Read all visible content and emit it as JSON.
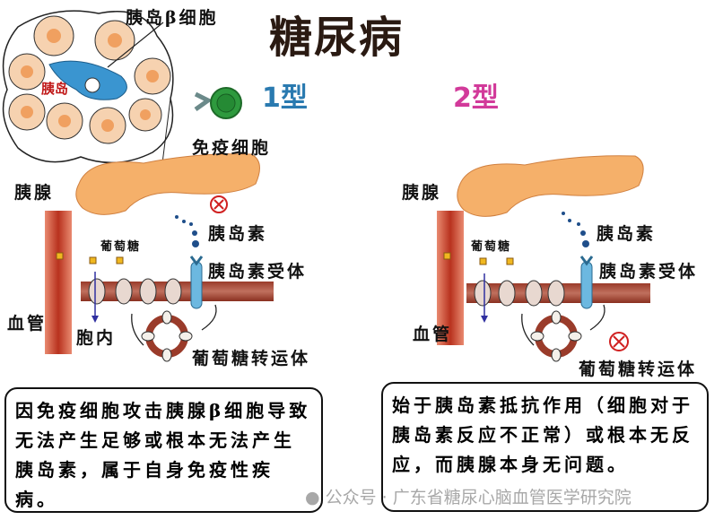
{
  "title": "糖尿病",
  "type1": {
    "heading": "1型",
    "beta_cell_label": "胰岛β细胞",
    "islet_label": "胰岛",
    "immune_cell_label": "免疫细胞",
    "pancreas_label": "胰腺",
    "insulin_label": "胰岛素",
    "glucose_label": "葡萄糖",
    "receptor_label": "胰岛素受体",
    "vessel_label": "血管",
    "intracellular_label": "胞内",
    "transporter_label": "葡萄糖转运体",
    "description": "因免疫细胞攻击胰腺β细胞导致无法产生足够或根本无法产生胰岛素，属于自身免疫性疾病。"
  },
  "type2": {
    "heading": "2型",
    "pancreas_label": "胰腺",
    "insulin_label": "胰岛素",
    "glucose_label": "葡萄糖",
    "receptor_label": "胰岛素受体",
    "vessel_label": "血管",
    "transporter_label": "葡萄糖转运体",
    "description": "始于胰岛素抵抗作用（细胞对于胰岛素反应不正常）或根本无反应，而胰腺本身无问题。"
  },
  "watermark": "公众号 · 广东省糖尿心脑血管医学研究院",
  "colors": {
    "type1": "#2a7ab0",
    "type2": "#d23a9a",
    "vessel": "#b8321e",
    "pancreas": "#f5b06a",
    "immune": "#2e9a3e"
  }
}
